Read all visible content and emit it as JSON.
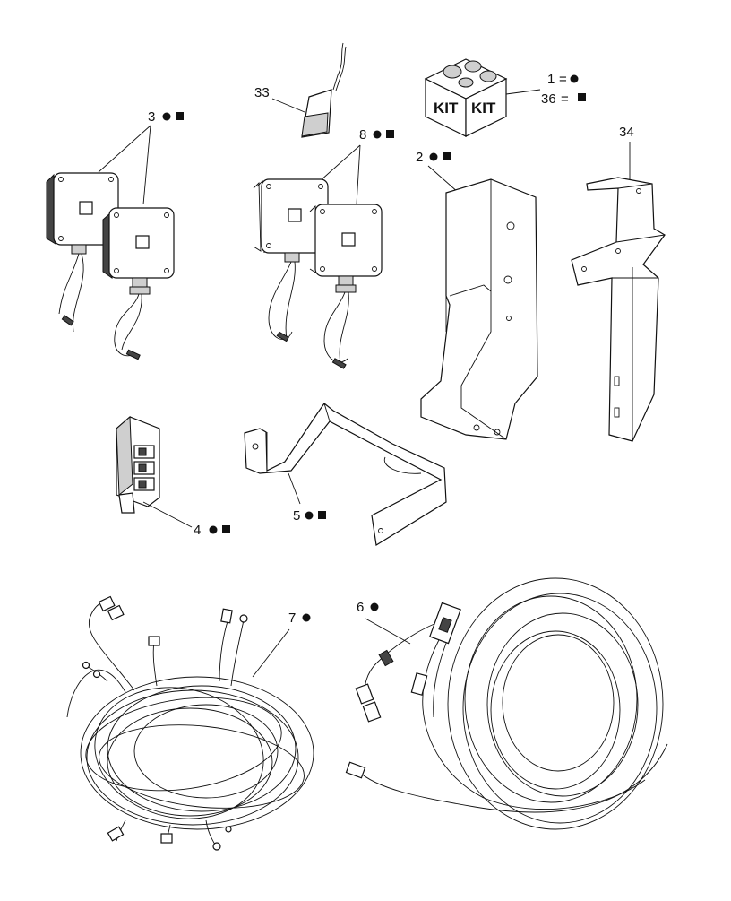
{
  "callouts": {
    "c1": "1",
    "c36": "36",
    "c33": "33",
    "c3": "3",
    "c8": "8",
    "c2": "2",
    "c34": "34",
    "c4": "4",
    "c5": "5",
    "c7": "7",
    "c6": "6"
  },
  "legend": {
    "equals": "="
  },
  "kit_box": {
    "label_left": "KIT",
    "label_right": "KIT"
  },
  "symbols": {
    "circle": "circle-icon",
    "square": "square-icon"
  },
  "colors": {
    "ink": "#111111",
    "paper": "#ffffff"
  }
}
